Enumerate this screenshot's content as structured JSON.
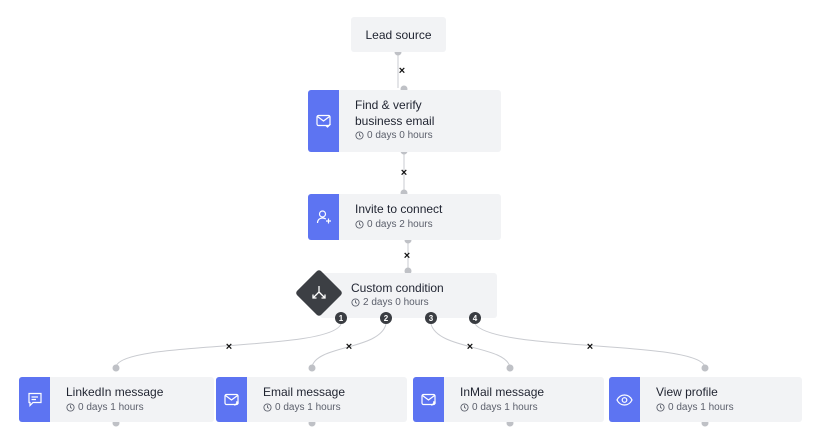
{
  "lead_source": {
    "label": "Lead source"
  },
  "steps": {
    "find_verify": {
      "title_line1": "Find & verify",
      "title_line2": "business email",
      "delay": "0 days 0 hours",
      "icon": "mail-check-icon"
    },
    "invite": {
      "title": "Invite to connect",
      "delay": "0 days 2 hours",
      "icon": "user-plus-icon"
    },
    "condition": {
      "title": "Custom condition",
      "delay": "2 days 0 hours",
      "icon": "split-arrows-icon"
    }
  },
  "branches": [
    {
      "number": "1",
      "title": "LinkedIn message",
      "delay": "0 days 1 hours",
      "icon": "message-icon"
    },
    {
      "number": "2",
      "title": "Email message",
      "delay": "0 days 1 hours",
      "icon": "mail-icon"
    },
    {
      "number": "3",
      "title": "InMail message",
      "delay": "0 days 1 hours",
      "icon": "mail-icon"
    },
    {
      "number": "4",
      "title": "View profile",
      "delay": "0 days 1 hours",
      "icon": "eye-icon"
    }
  ],
  "remove_symbol": "×",
  "colors": {
    "accent": "#5d74f2",
    "card": "#f2f3f5",
    "condition": "#3c3f44"
  }
}
